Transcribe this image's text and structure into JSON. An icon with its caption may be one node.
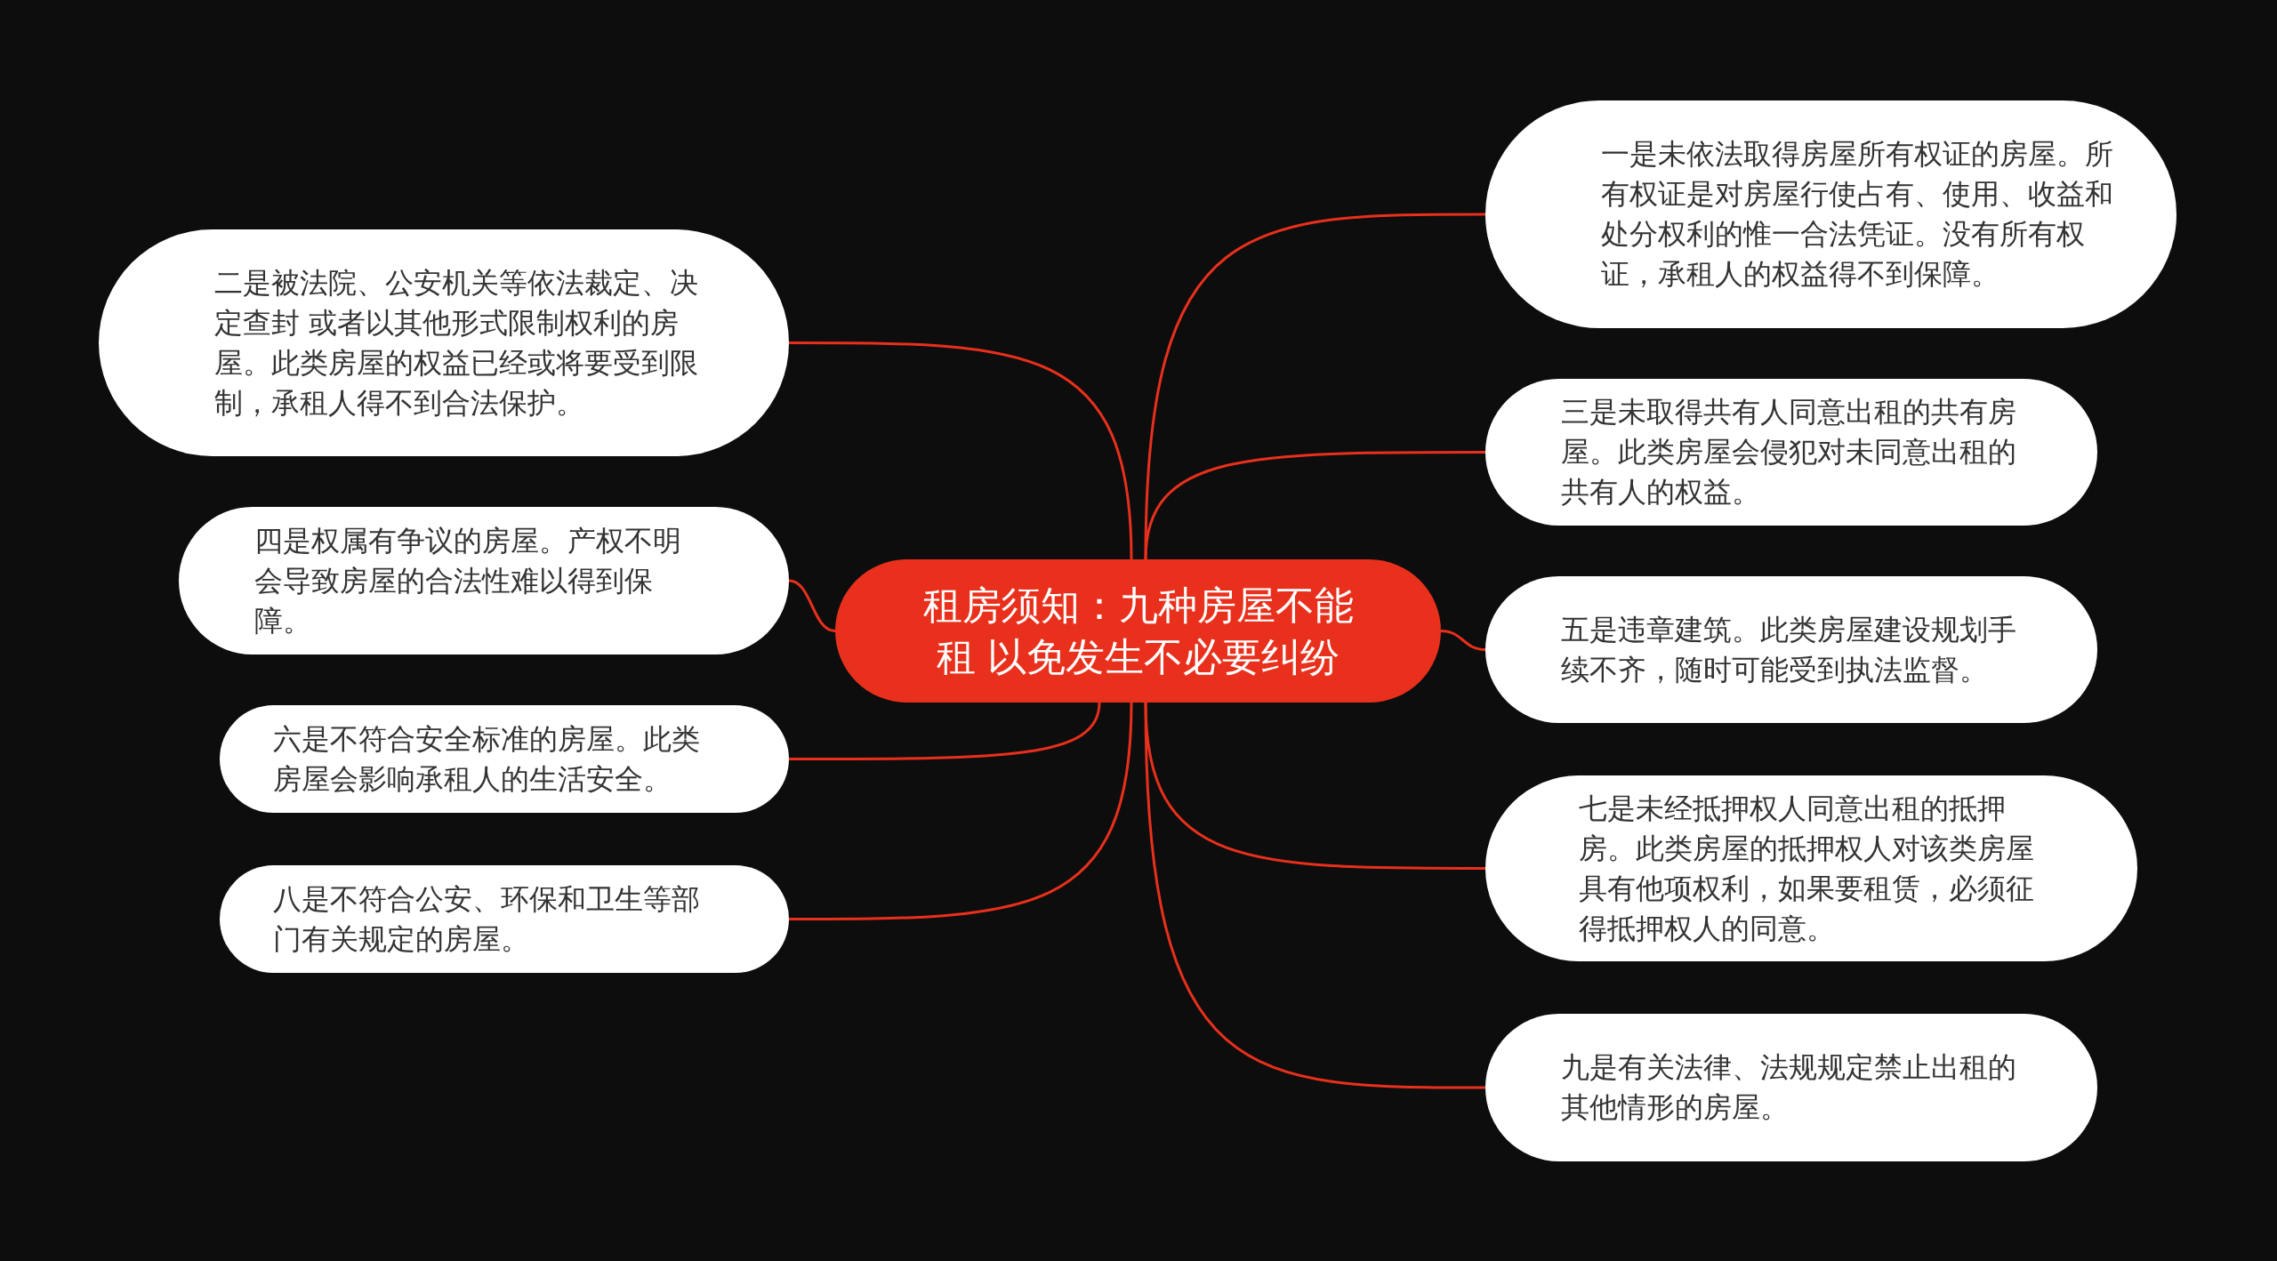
{
  "diagram": {
    "nodes": [
      {
        "text": [
          "租房须知：九种房屋不能租 以免发生不必要纠纷"
        ]
      },
      {
        "text": [
          "一是未依法取得房屋所有权证的房屋。所有权证是对房屋行使占有、使用、收益和处分权利的惟一合法凭证。没有所有权证，承租人的权益得不到保障。"
        ]
      },
      {
        "text": [
          "二是被法院、公安机关等依法裁定、决定查封 或者以其他形式限制权利的房屋。此类房屋的权益已经或将要受到限制，承租人得不到合法保护。"
        ]
      },
      {
        "text": [
          "三是未取得共有人同意出租的共有房屋。此类房屋会侵犯对未同意出租的共有人的权益。"
        ]
      },
      {
        "text": [
          "四是权属有争议的房屋。产权不明会导致房屋的合法性难以得到保障。"
        ]
      },
      {
        "text": [
          "五是违章建筑。此类房屋建设规划手续不齐，随时可能受到执法监督。"
        ]
      },
      {
        "text": [
          "六是不符合安全标准的房屋。此类房屋会影响承租人的生活安全。"
        ]
      },
      {
        "text": [
          "七是未经抵押权人同意出租的抵押房。此类房屋的抵押权人对该类房屋具有他项权利，如果要租赁，必须征得抵押权人的同意。"
        ]
      },
      {
        "text": [
          "八是不符合公安、环保和卫生等部门有关规定的房屋。"
        ]
      },
      {
        "text": [
          "九是有关法律、法规规定禁止出租的其他情形的房屋。"
        ]
      }
    ],
    "edges": [
      {
        "from": 0,
        "to": 1,
        "arrow": "none"
      },
      {
        "from": 0,
        "to": 2,
        "arrow": "none"
      },
      {
        "from": 0,
        "to": 3,
        "arrow": "none"
      },
      {
        "from": 0,
        "to": 4,
        "arrow": "none"
      },
      {
        "from": 0,
        "to": 5,
        "arrow": "none"
      },
      {
        "from": 0,
        "to": 6,
        "arrow": "none"
      },
      {
        "from": 0,
        "to": 7,
        "arrow": "none"
      },
      {
        "from": 0,
        "to": 8,
        "arrow": "none"
      },
      {
        "from": 0,
        "to": 9,
        "arrow": "none"
      }
    ]
  }
}
